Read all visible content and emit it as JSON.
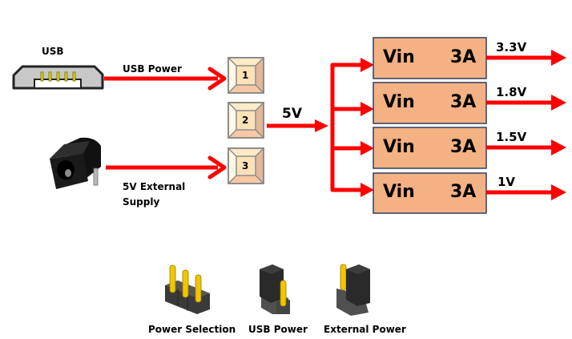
{
  "inputs": {
    "usb": {
      "title": "USB",
      "arrow_label": "USB Power"
    },
    "external": {
      "arrow_label_line1": "5V External",
      "arrow_label_line2": "Supply"
    }
  },
  "jumper_pins": [
    {
      "number": "1"
    },
    {
      "number": "2"
    },
    {
      "number": "3"
    }
  ],
  "bus": {
    "label": "5V"
  },
  "regulators": [
    {
      "input_label": "Vin",
      "current": "3A",
      "output_voltage": "3.3V"
    },
    {
      "input_label": "Vin",
      "current": "3A",
      "output_voltage": "1.8V"
    },
    {
      "input_label": "Vin",
      "current": "3A",
      "output_voltage": "1.5V"
    },
    {
      "input_label": "Vin",
      "current": "3A",
      "output_voltage": "1V"
    }
  ],
  "legend": [
    {
      "label": "Power Selection",
      "icon": "three-pin-header-icon"
    },
    {
      "label": "USB Power",
      "icon": "jumper-pins-1-2-icon"
    },
    {
      "label": "External Power",
      "icon": "jumper-pins-2-3-icon"
    }
  ],
  "colors": {
    "arrow": "#ff0000",
    "regulator_fill": "#f4b183",
    "regulator_border": "#2f3f5f",
    "pin_gold": "#f2c500",
    "header_black": "#2a2a2a"
  }
}
